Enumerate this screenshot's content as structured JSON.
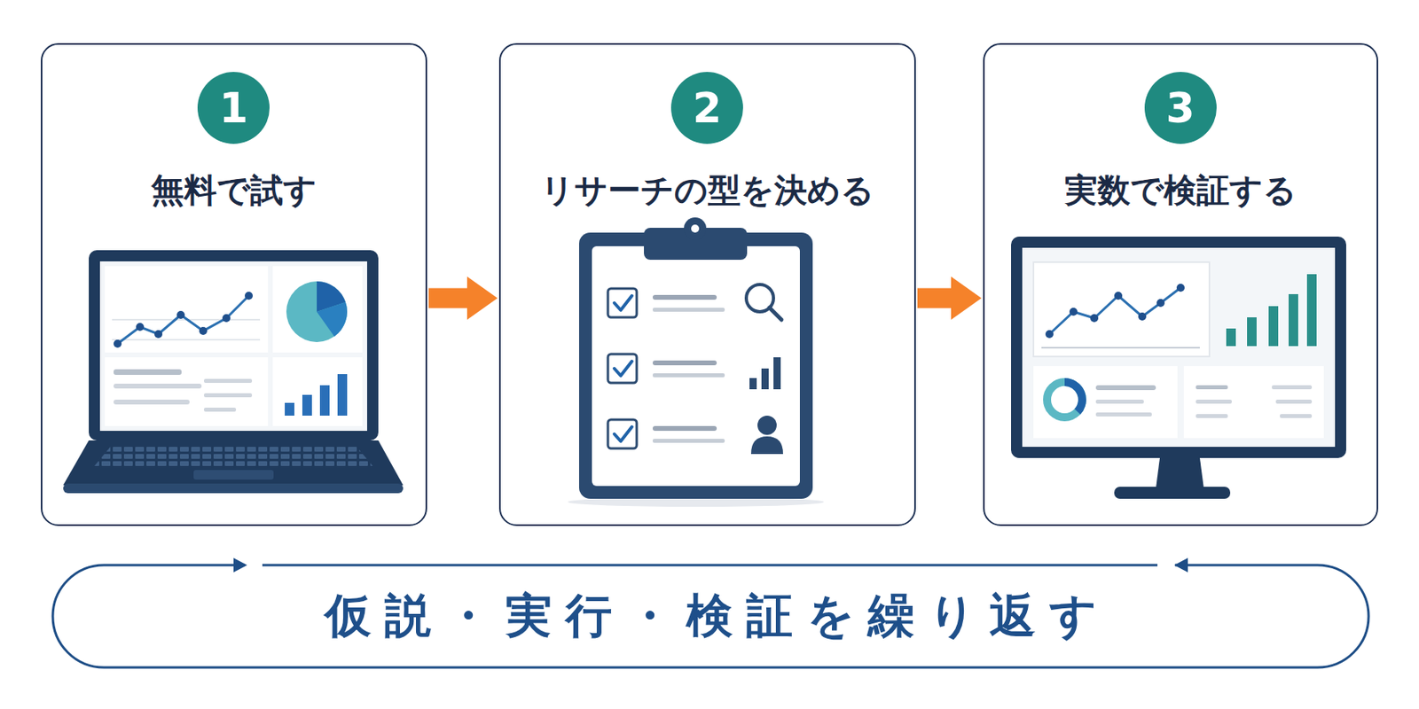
{
  "diagram": {
    "nodes": [
      {
        "text": [
          "無料で試す"
        ]
      },
      {
        "text": [
          "1"
        ],
        "in": 0
      },
      {
        "text": [
          "リサーチの型を決める"
        ]
      },
      {
        "text": [
          "2"
        ],
        "in": 2
      },
      {
        "text": [
          "実数で検証する"
        ]
      },
      {
        "text": [
          "3"
        ],
        "in": 4
      },
      {
        "text": [
          "仮説・実行・検証を繰り返す"
        ]
      }
    ],
    "edges": [
      {
        "from": 0,
        "to": 2,
        "arrow": "to"
      },
      {
        "from": 2,
        "to": 4,
        "arrow": "to"
      }
    ]
  }
}
